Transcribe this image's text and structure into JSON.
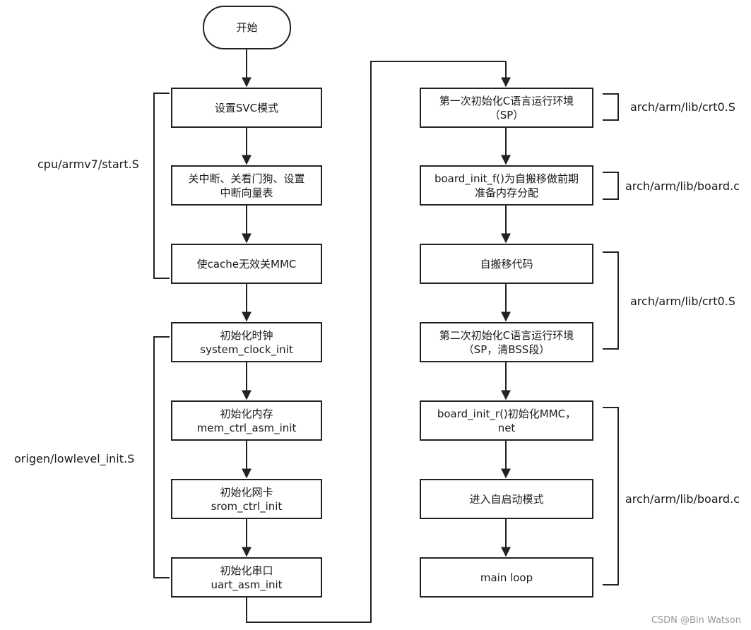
{
  "left_column": {
    "start": "开始",
    "step1": "设置SVC模式",
    "step2": [
      "关中断、关看门狗、设置",
      "中断向量表"
    ],
    "step3": "使cache无效关MMC",
    "step4": [
      "初始化时钟",
      "system_clock_init"
    ],
    "step5": [
      "初始化内存",
      "mem_ctrl_asm_init"
    ],
    "step6": [
      "初始化网卡",
      "srom_ctrl_init"
    ],
    "step7": [
      "初始化串口",
      "uart_asm_init"
    ]
  },
  "right_column": {
    "step8": [
      "第一次初始化C语言运行环境",
      "（SP）"
    ],
    "step9": [
      "board_init_f()为自搬移做前期",
      "准备内存分配"
    ],
    "step10": "自搬移代码",
    "step11": [
      "第二次初始化C语言运行环境",
      "（SP，清BSS段）"
    ],
    "step12": [
      "board_init_r()初始化MMC，",
      "net"
    ],
    "step13": "进入自启动模式",
    "step14": "main loop"
  },
  "file_labels": {
    "start_s": "cpu/armv7/start.S",
    "lowlevel_init": "origen/lowlevel_init.S",
    "crt0_first": "arch/arm/lib/crt0.S",
    "board_c_first": "arch/arm/lib/board.c",
    "crt0_second": "arch/arm/lib/crt0.S",
    "board_c_second": "arch/arm/lib/board.c"
  },
  "watermark": "CSDN @Bin Watson"
}
